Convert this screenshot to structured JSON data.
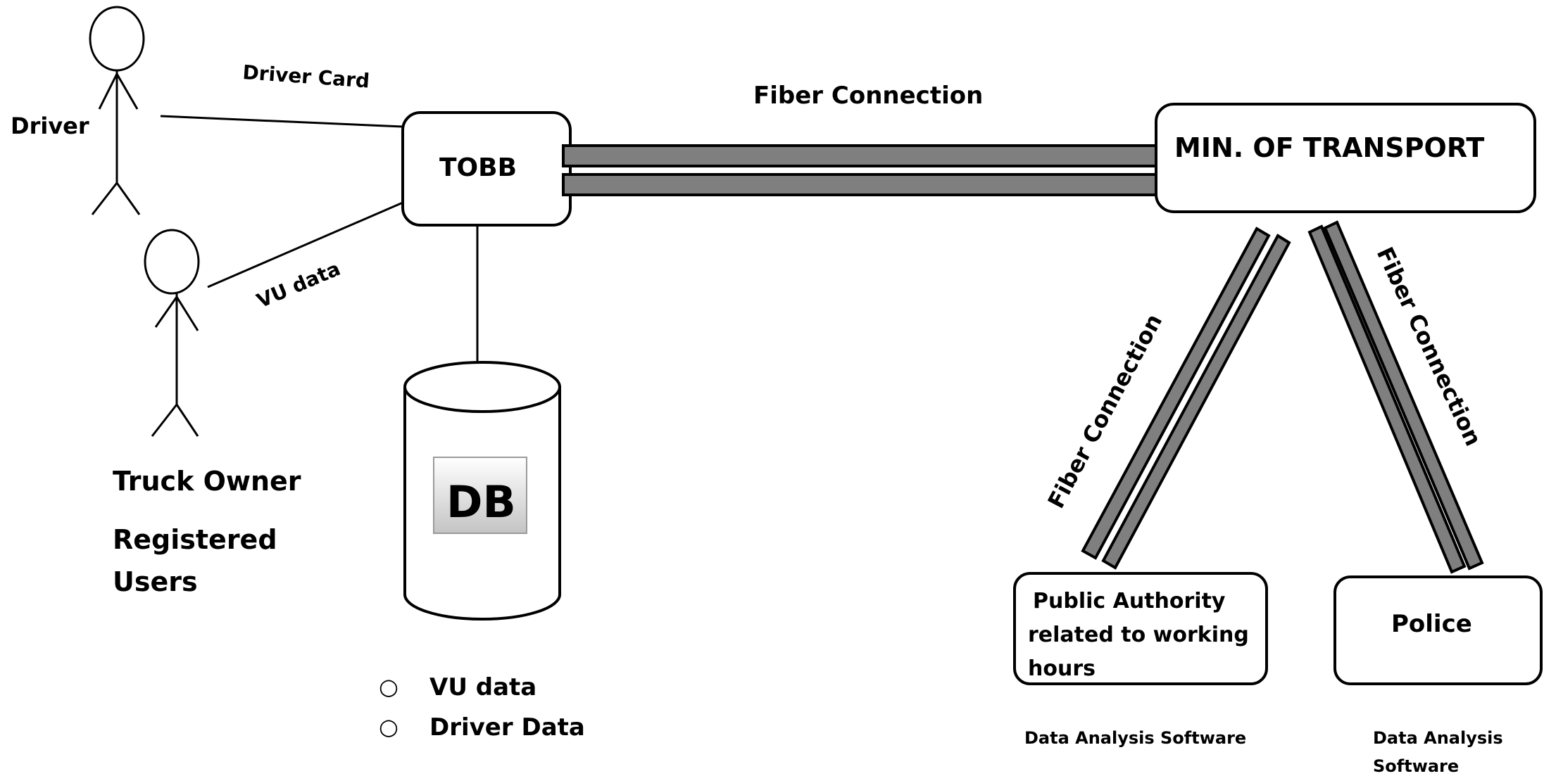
{
  "actors": {
    "driver": {
      "label": "Driver"
    },
    "truck_owner": {
      "label": "Truck Owner"
    }
  },
  "registered_users_label": [
    "Registered",
    "Users"
  ],
  "connections": {
    "driver_card": "Driver Card",
    "vu_data": "VU data",
    "fiber_top": "Fiber Connection",
    "fiber_left": "Fiber Connection",
    "fiber_right": "Fiber Connection"
  },
  "nodes": {
    "tobb": "TOBB",
    "ministry": "MIN. OF TRANSPORT",
    "database": "DB",
    "public_authority": [
      "Public Authority",
      "related to working",
      "hours"
    ],
    "police": "Police"
  },
  "db_contents": {
    "bullet": "○",
    "items": [
      "VU data",
      "Driver Data"
    ]
  },
  "software_labels": {
    "public_authority": [
      "Data Analysis Software"
    ],
    "police": [
      "Data Analysis",
      "Software"
    ]
  },
  "colors": {
    "fiber_fill": "#7f7f7f",
    "stroke": "#000000",
    "db_label_gradient_top": "#ffffff",
    "db_label_gradient_bottom": "#c8c8c8"
  }
}
